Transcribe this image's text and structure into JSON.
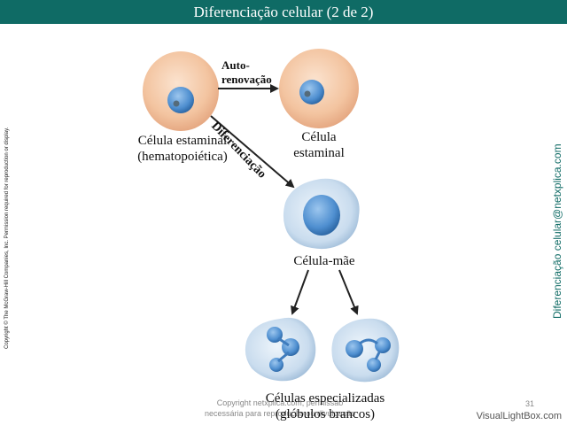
{
  "slide": {
    "title": "Diferenciação celular (2 de 2)",
    "page_number": "31"
  },
  "side": {
    "copyright_left": "Copyright © The McGraw-Hill Companies, Inc. Permission required for reproduction or display.",
    "brand_right": "Diferenciação celular@netxplica.com"
  },
  "diagram": {
    "stem_cell_label_line1": "Célula estaminal",
    "stem_cell_label_line2": "(hematopoiética)",
    "self_renewal_line1": "Auto-",
    "self_renewal_line2": "renovação",
    "new_stem_cell_line1": "Célula",
    "new_stem_cell_line2": "estaminal",
    "differentiation_label": "Diferenciação",
    "mother_cell_label": "Célula-mãe",
    "specialized_line1": "Células especializadas",
    "specialized_line2": "(glóbulos brancos)"
  },
  "footer": {
    "copyright_line1": "Copyright netxplica.com, permissão",
    "copyright_line2": "necessária para reprodução ou divulgação",
    "watermark": "VisualLightBox.com"
  },
  "colors": {
    "title_bar": "#0f6b65",
    "cell_body": "#f4c9a6",
    "nucleus": "#5b9bd8",
    "leukocyte": "#c9dcee"
  }
}
